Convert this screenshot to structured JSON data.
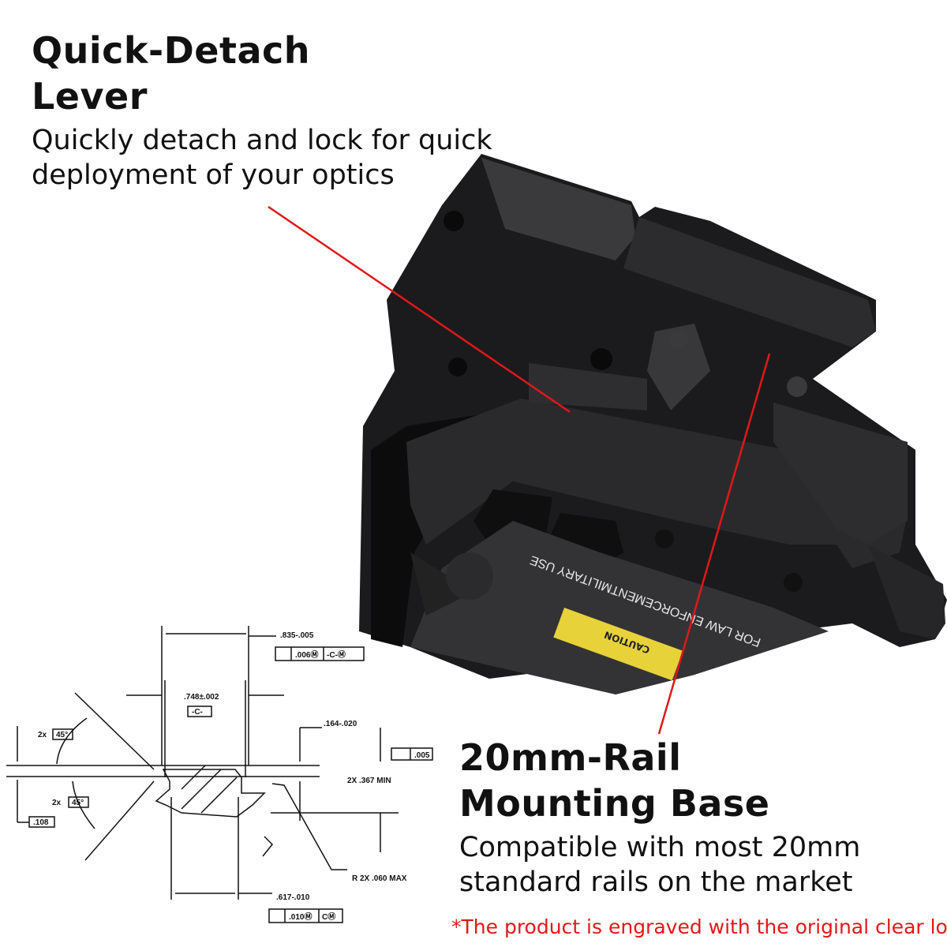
{
  "callout_lever": {
    "title_line1": "Quick-Detach",
    "title_line2": "Lever",
    "desc_line1": "Quickly detach and lock for quick",
    "desc_line2": "deployment of your optics"
  },
  "callout_base": {
    "title_line1": "20mm-Rail",
    "title_line2": "Mounting Base",
    "desc_line1": "Compatible with most 20mm",
    "desc_line2": "standard rails on the market"
  },
  "footnote": "*The product is engraved with the original clear logo",
  "product_engraving": {
    "text": "FOR LAW ENFORCEMENTMILITARY USE",
    "label": "CAUTION"
  },
  "drawing": {
    "dim_top": ".835-.005",
    "tol_top": [
      ".006Ⓜ",
      "-C-Ⓜ"
    ],
    "dim_inner": ".748±.002",
    "datum": "-C-",
    "dim_height": ".164-.020",
    "flatness": ".005",
    "angle_upper": "45°",
    "angle_lower": "45°",
    "angle_prefix": "2x",
    "dim_min": "2X .367 MIN",
    "dim_left": ".108",
    "radius": "R 2X .060 MAX",
    "dim_bottom": ".617-.010",
    "tol_bottom": [
      ".010Ⓜ",
      "CⓂ"
    ]
  },
  "colors": {
    "accent_red": "#e01818",
    "product": "#1b1b1d"
  }
}
